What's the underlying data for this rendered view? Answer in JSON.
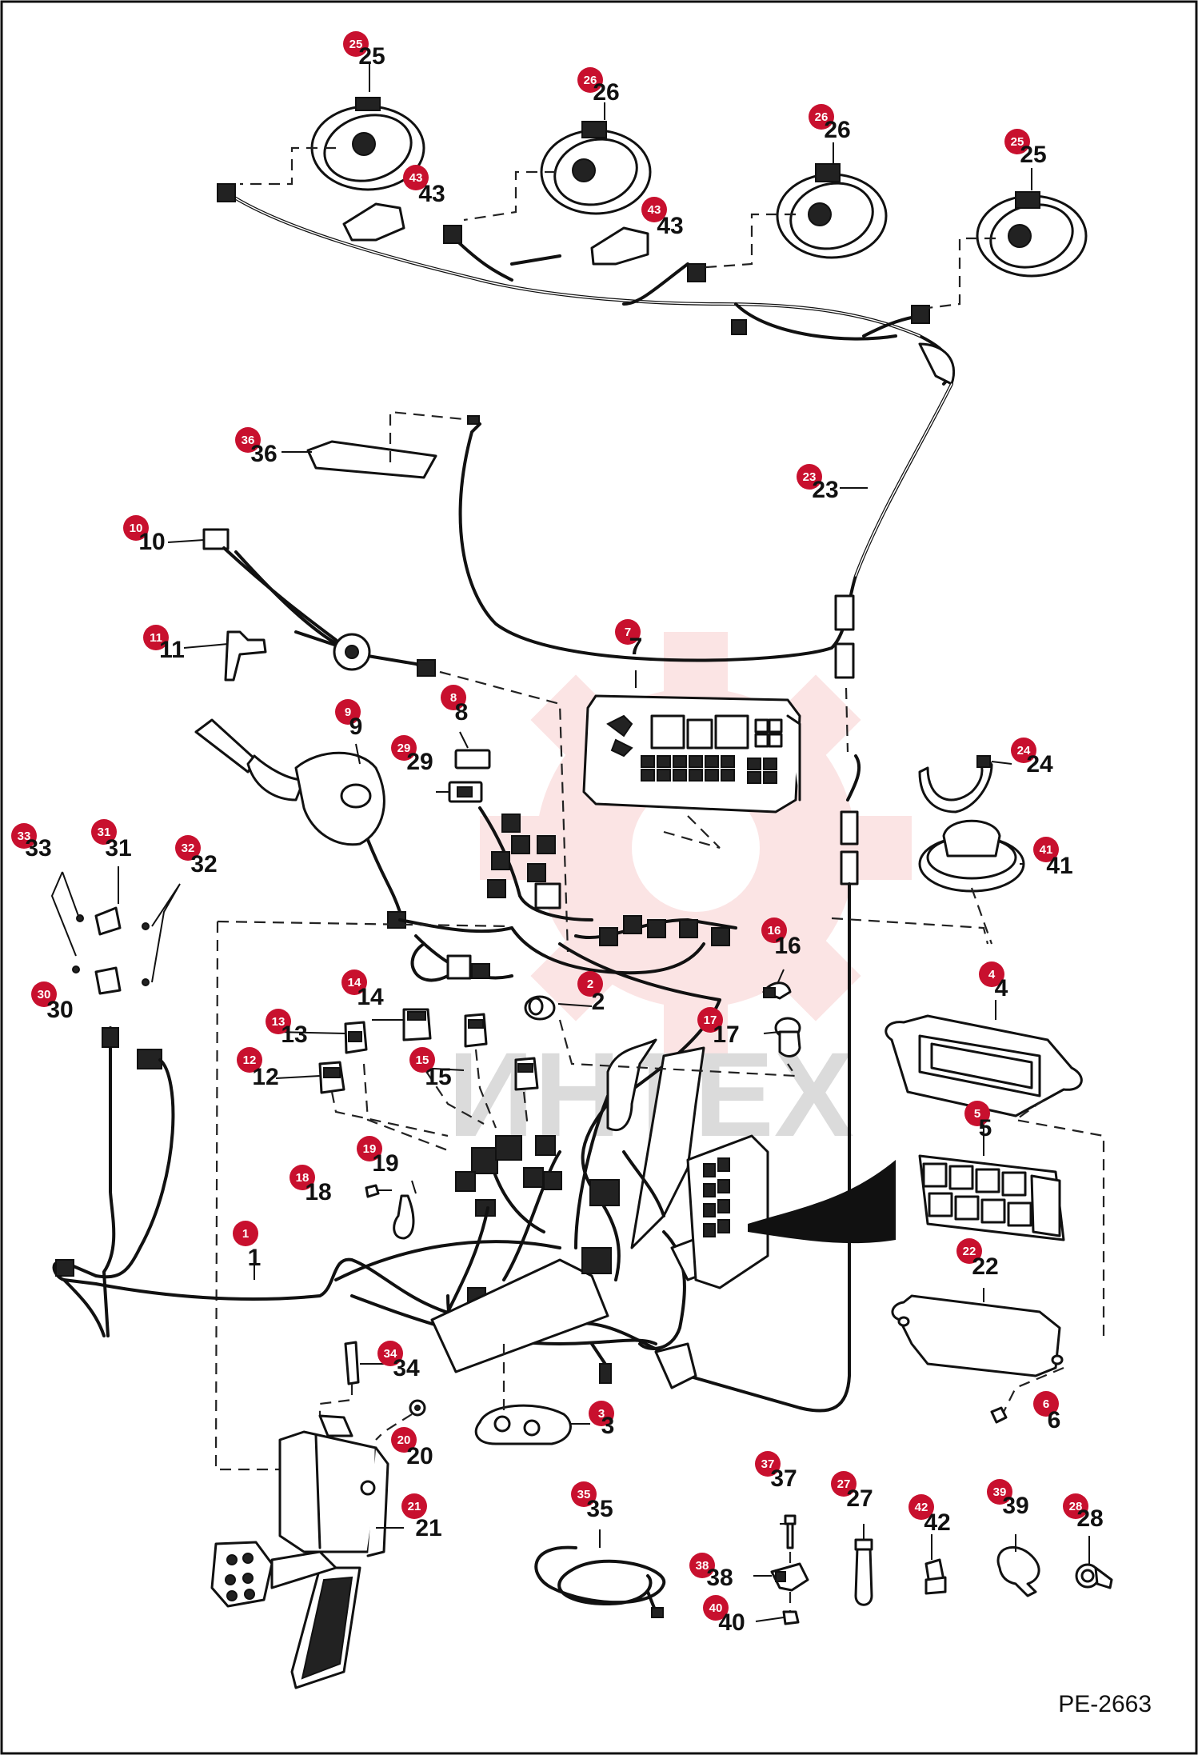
{
  "figure": {
    "code": "PE-2663",
    "watermark": "ИНТЕХ",
    "badge_color": "#c8102e"
  },
  "callouts": [
    {
      "id": "c25a",
      "text": "25"
    },
    {
      "id": "c26a",
      "text": "26"
    },
    {
      "id": "c26b",
      "text": "26"
    },
    {
      "id": "c25b",
      "text": "25"
    },
    {
      "id": "c43a",
      "text": "43"
    },
    {
      "id": "c43b",
      "text": "43"
    },
    {
      "id": "c36",
      "text": "36"
    },
    {
      "id": "c23",
      "text": "23"
    },
    {
      "id": "c10",
      "text": "10"
    },
    {
      "id": "c11",
      "text": "11"
    },
    {
      "id": "c7",
      "text": "7"
    },
    {
      "id": "c8",
      "text": "8"
    },
    {
      "id": "c29",
      "text": "29"
    },
    {
      "id": "c9",
      "text": "9"
    },
    {
      "id": "c24",
      "text": "24"
    },
    {
      "id": "c41",
      "text": "41"
    },
    {
      "id": "c33",
      "text": "33"
    },
    {
      "id": "c31",
      "text": "31"
    },
    {
      "id": "c32",
      "text": "32"
    },
    {
      "id": "c30",
      "text": "30"
    },
    {
      "id": "c16",
      "text": "16"
    },
    {
      "id": "c14",
      "text": "14"
    },
    {
      "id": "c2",
      "text": "2"
    },
    {
      "id": "c4",
      "text": "4"
    },
    {
      "id": "c13",
      "text": "13"
    },
    {
      "id": "c17",
      "text": "17"
    },
    {
      "id": "c15",
      "text": "15"
    },
    {
      "id": "c12",
      "text": "12"
    },
    {
      "id": "c5",
      "text": "5"
    },
    {
      "id": "c19",
      "text": "19"
    },
    {
      "id": "c18",
      "text": "18"
    },
    {
      "id": "c22",
      "text": "22"
    },
    {
      "id": "c1",
      "text": "1"
    },
    {
      "id": "c34",
      "text": "34"
    },
    {
      "id": "c6",
      "text": "6"
    },
    {
      "id": "c3",
      "text": "3"
    },
    {
      "id": "c20",
      "text": "20"
    },
    {
      "id": "c37",
      "text": "37"
    },
    {
      "id": "c27",
      "text": "27"
    },
    {
      "id": "c42",
      "text": "42"
    },
    {
      "id": "c39",
      "text": "39"
    },
    {
      "id": "c28",
      "text": "28"
    },
    {
      "id": "c35",
      "text": "35"
    },
    {
      "id": "c21",
      "text": "21"
    },
    {
      "id": "c38",
      "text": "38"
    },
    {
      "id": "c40",
      "text": "40"
    }
  ]
}
